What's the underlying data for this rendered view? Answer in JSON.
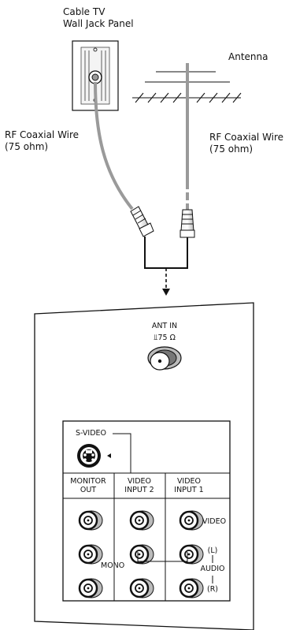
{
  "labels": {
    "wall_jack_line1": "Cable TV",
    "wall_jack_line2": "Wall Jack Panel",
    "antenna": "Antenna",
    "rf_left_line1": "RF Coaxial Wire",
    "rf_left_line2": "(75 ohm)",
    "rf_right_line1": "RF Coaxial Wire",
    "rf_right_line2": "(75 ohm)"
  },
  "tv_panel": {
    "ant_in": "ANT IN",
    "ant_impedance": "75 Ω",
    "svideo": "S-VIDEO",
    "columns": [
      {
        "line1": "MONITOR",
        "line2": "OUT"
      },
      {
        "line1": "VIDEO",
        "line2": "INPUT 2"
      },
      {
        "line1": "VIDEO",
        "line2": "INPUT 1"
      }
    ],
    "video": "VIDEO",
    "audio_l": "(L)",
    "audio": "AUDIO",
    "audio_r": "(R)",
    "mono": "MONO"
  },
  "colors": {
    "cable": "#9a9a9a",
    "line": "#111111",
    "wall_plate": "#cccccc"
  }
}
